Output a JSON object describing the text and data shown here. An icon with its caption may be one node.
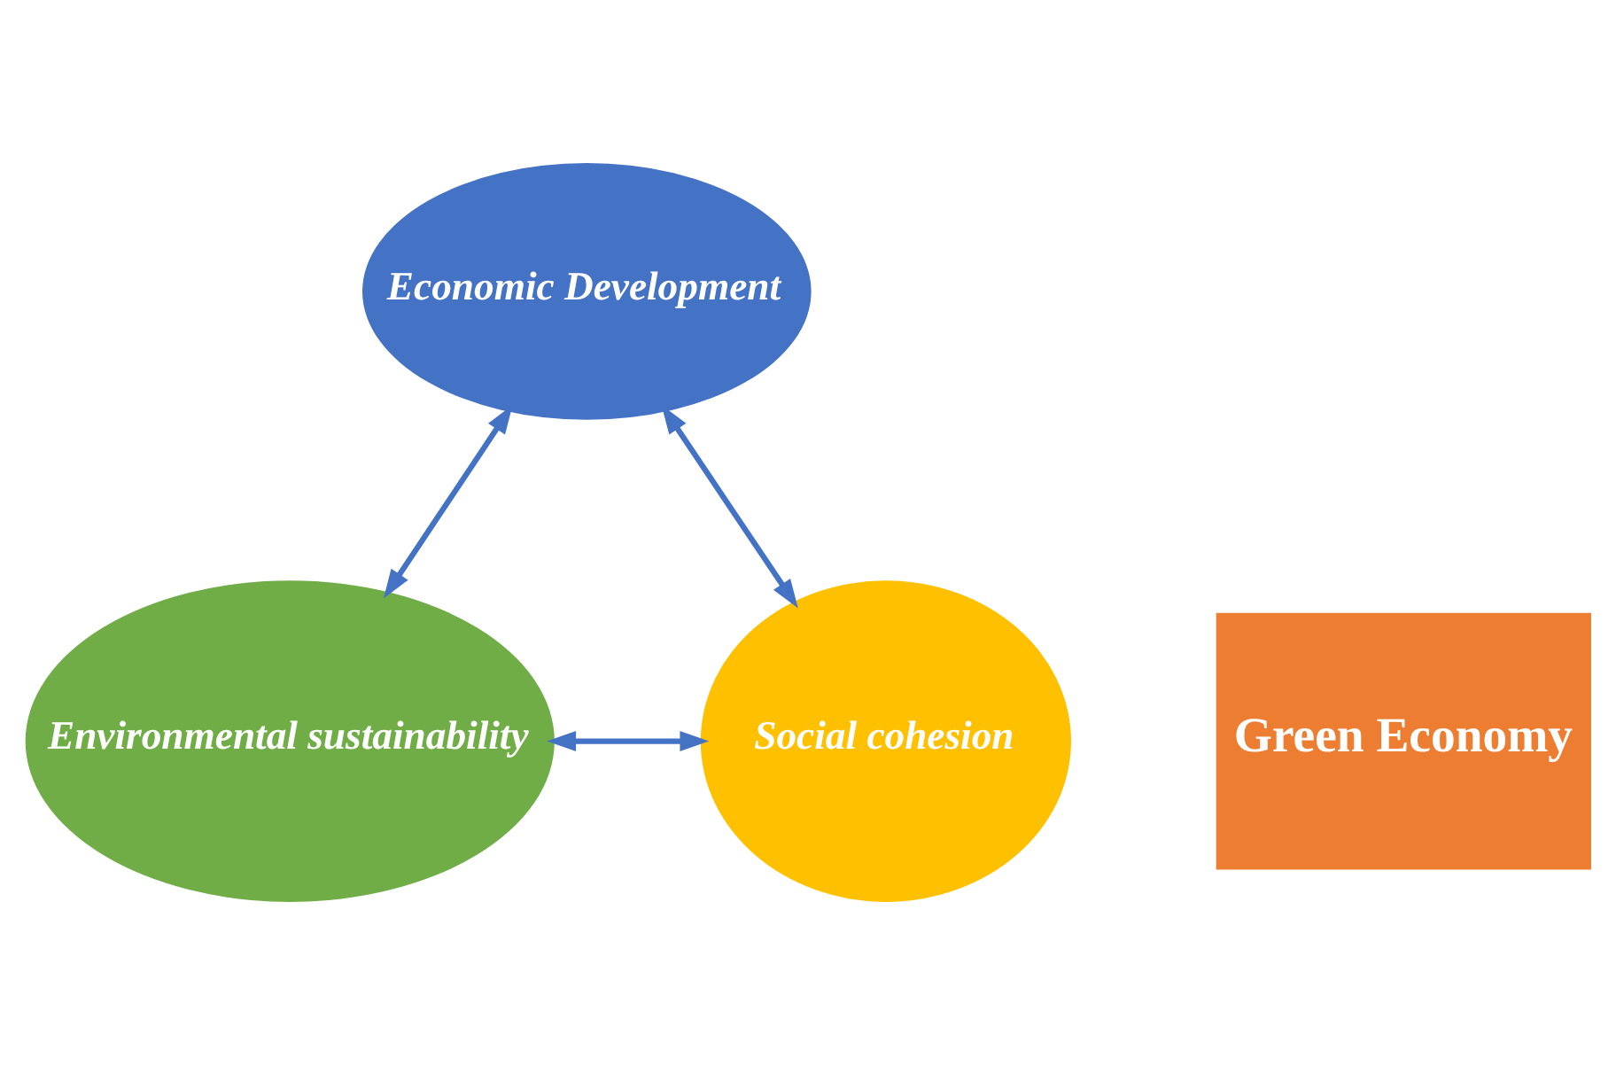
{
  "diagram": {
    "nodes": [
      {
        "text": [
          "Economic Development"
        ]
      },
      {
        "text": [
          "Green Economy"
        ]
      },
      {
        "text": [
          "Environmental sustainability"
        ]
      },
      {
        "text": [
          "Social cohesion"
        ]
      }
    ],
    "edges": [
      {
        "from": 0,
        "to": 2,
        "arrow": "both"
      },
      {
        "from": 0,
        "to": 3,
        "arrow": "both"
      },
      {
        "from": 2,
        "to": 3,
        "arrow": "both"
      }
    ]
  }
}
